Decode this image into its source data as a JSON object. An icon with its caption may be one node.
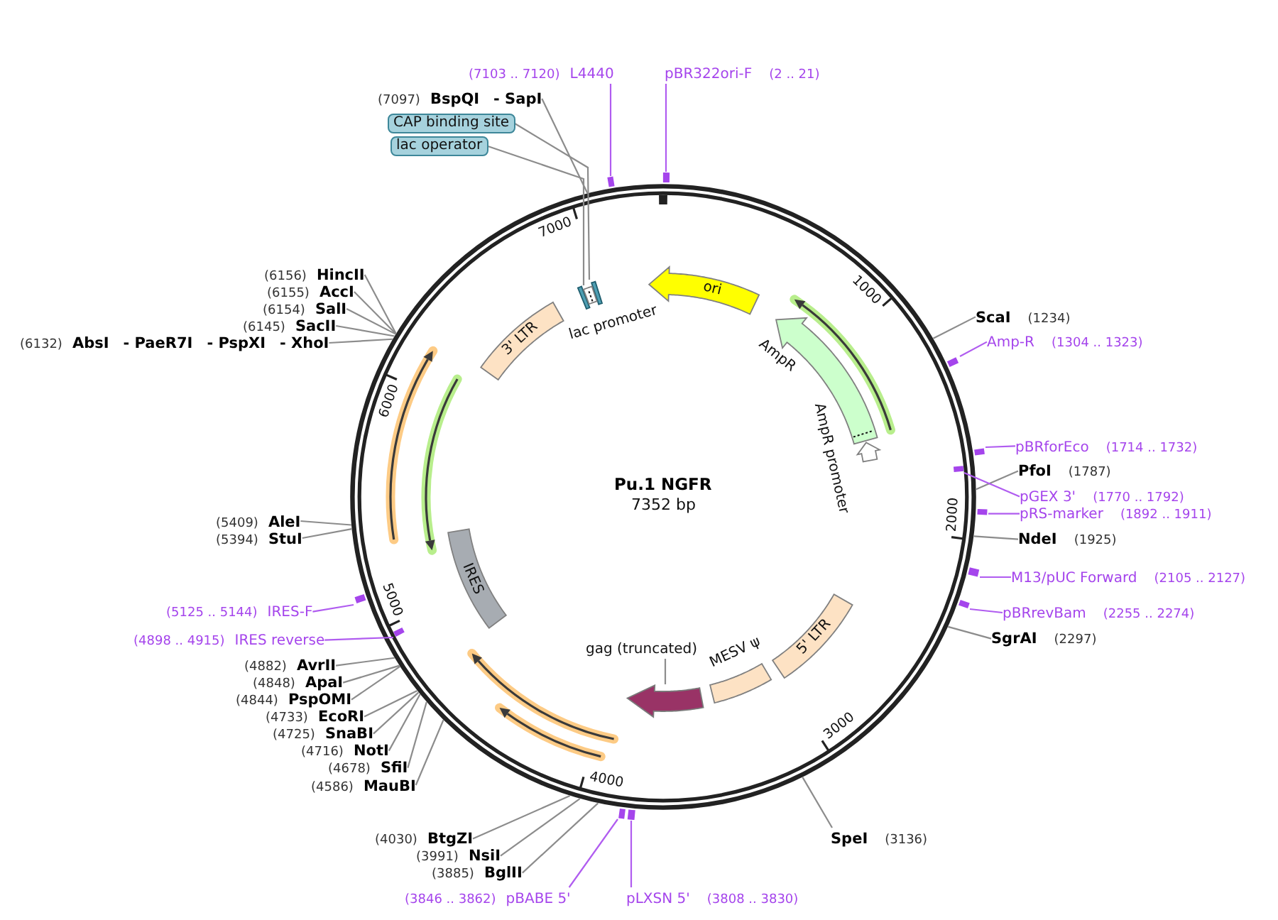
{
  "diagram": {
    "title": "Pu.1 NGFR",
    "nodes": [
      {
        "text": [
          "(7103 .. 7120)",
          "L4440"
        ]
      },
      {
        "text": [],
        "shape": "bar"
      },
      {
        "text": [
          "pBR322ori-F",
          "(2 .. 21)"
        ]
      },
      {
        "text": [],
        "shape": "bar"
      },
      {
        "text": [
          "(7097)",
          "BspQI",
          "- SapI"
        ]
      },
      {
        "text": [
          "CAP binding site"
        ]
      },
      {
        "text": [
          "lac operator"
        ]
      },
      {
        "text": [],
        "shape": "bar"
      },
      {
        "text": [],
        "shape": "bar"
      },
      {
        "text": [
          "lac promoter"
        ]
      },
      {
        "text": [
          "ori"
        ]
      },
      {
        "text": [
          "AmpR"
        ]
      },
      {
        "text": [
          "AmpR promoter"
        ]
      },
      {
        "text": [
          "3' LTR"
        ]
      },
      {
        "text": [
          "IRES"
        ]
      },
      {
        "text": [
          "gag (truncated)"
        ]
      },
      {
        "text": [],
        "shape": "arrow"
      },
      {
        "text": [
          "MESV ψ"
        ]
      },
      {
        "text": [
          "5' LTR"
        ]
      },
      {
        "text": [
          "(6156)",
          "HincII"
        ]
      },
      {
        "text": [
          "(6155)",
          "AccI"
        ]
      },
      {
        "text": [
          "(6154)",
          "SalI"
        ]
      },
      {
        "text": [
          "(6145)",
          "SacII"
        ]
      },
      {
        "text": [
          "(6132)",
          "AbsI",
          "- PaeR7I",
          "- PspXI",
          "- XhoI"
        ]
      },
      {
        "text": [
          "(5409)",
          "AleI"
        ]
      },
      {
        "text": [
          "(5394)",
          "StuI"
        ]
      },
      {
        "text": [
          "(5125 .. 5144)",
          "IRES-F"
        ]
      },
      {
        "text": [],
        "shape": "bar"
      },
      {
        "text": [
          "(4898 .. 4915)",
          "IRES reverse"
        ]
      },
      {
        "text": [],
        "shape": "bar"
      },
      {
        "text": [
          "(4882)",
          "AvrII"
        ]
      },
      {
        "text": [
          "(4848)",
          "ApaI"
        ]
      },
      {
        "text": [
          "(4844)",
          "PspOMI"
        ]
      },
      {
        "text": [
          "(4733)",
          "EcoRI"
        ]
      },
      {
        "text": [
          "(4725)",
          "SnaBI"
        ]
      },
      {
        "text": [
          "(4716)",
          "NotI"
        ]
      },
      {
        "text": [
          "(4678)",
          "SfiI"
        ]
      },
      {
        "text": [
          "(4586)",
          "MauBI"
        ]
      },
      {
        "text": [
          "(4030)",
          "BtgZI"
        ]
      },
      {
        "text": [
          "(3991)",
          "NsiI"
        ]
      },
      {
        "text": [
          "(3885)",
          "BglII"
        ]
      },
      {
        "text": [
          "(3846 .. 3862)",
          "pBABE 5'"
        ]
      },
      {
        "text": [],
        "shape": "bar"
      },
      {
        "text": [
          "pLXSN 5'",
          "(3808 .. 3830)"
        ]
      },
      {
        "text": [],
        "shape": "bar"
      },
      {
        "text": [
          "SpeI",
          "(3136)"
        ]
      },
      {
        "text": [
          "ScaI",
          "(1234)"
        ]
      },
      {
        "text": [
          "Amp-R",
          "(1304 .. 1323)"
        ]
      },
      {
        "text": [],
        "shape": "bar"
      },
      {
        "text": [
          "pBRforEco",
          "(1714 .. 1732)"
        ]
      },
      {
        "text": [],
        "shape": "bar"
      },
      {
        "text": [
          "PfoI",
          "(1787)"
        ]
      },
      {
        "text": [
          "pGEX 3'",
          "(1770 .. 1792)"
        ]
      },
      {
        "text": [],
        "shape": "bar"
      },
      {
        "text": [
          "pRS-marker",
          "(1892 .. 1911)"
        ]
      },
      {
        "text": [],
        "shape": "bar"
      },
      {
        "text": [
          "NdeI",
          "(1925)"
        ]
      },
      {
        "text": [
          "M13/pUC Forward",
          "(2105 .. 2127)"
        ]
      },
      {
        "text": [],
        "shape": "bar"
      },
      {
        "text": [
          "pBRrevBam",
          "(2255 .. 2274)"
        ]
      },
      {
        "text": [],
        "shape": "bar"
      },
      {
        "text": [
          "SgrAI",
          "(2297)"
        ]
      }
    ],
    "edges": [
      {
        "from": 0,
        "to": 1,
        "arrow": "none",
        "color": "#b05cf0"
      },
      {
        "from": 2,
        "to": 3,
        "arrow": "none",
        "color": "#b05cf0"
      },
      {
        "from": 4,
        "to": null,
        "arrow": "none"
      },
      {
        "from": 5,
        "to": 8,
        "arrow": "none"
      },
      {
        "from": 6,
        "to": 7,
        "arrow": "none"
      },
      {
        "from": 15,
        "to": 16,
        "arrow": "none"
      },
      {
        "from": 19,
        "to": null,
        "arrow": "none"
      },
      {
        "from": 20,
        "to": null,
        "arrow": "none"
      },
      {
        "from": 21,
        "to": null,
        "arrow": "none"
      },
      {
        "from": 22,
        "to": null,
        "arrow": "none"
      },
      {
        "from": 23,
        "to": null,
        "arrow": "none"
      },
      {
        "from": 24,
        "to": null,
        "arrow": "none"
      },
      {
        "from": 25,
        "to": null,
        "arrow": "none"
      },
      {
        "from": 26,
        "to": 27,
        "arrow": "none",
        "color": "#b05cf0"
      },
      {
        "from": 28,
        "to": 29,
        "arrow": "none",
        "color": "#b05cf0"
      },
      {
        "from": 30,
        "to": null,
        "arrow": "none"
      },
      {
        "from": 31,
        "to": null,
        "arrow": "none"
      },
      {
        "from": 32,
        "to": null,
        "arrow": "none"
      },
      {
        "from": 33,
        "to": null,
        "arrow": "none"
      },
      {
        "from": 34,
        "to": null,
        "arrow": "none"
      },
      {
        "from": 35,
        "to": null,
        "arrow": "none"
      },
      {
        "from": 36,
        "to": null,
        "arrow": "none"
      },
      {
        "from": 37,
        "to": null,
        "arrow": "none"
      },
      {
        "from": 38,
        "to": null,
        "arrow": "none"
      },
      {
        "from": 39,
        "to": null,
        "arrow": "none"
      },
      {
        "from": 40,
        "to": null,
        "arrow": "none"
      },
      {
        "from": 41,
        "to": 42,
        "arrow": "none",
        "color": "#b05cf0"
      },
      {
        "from": 43,
        "to": 44,
        "arrow": "none",
        "color": "#b05cf0"
      },
      {
        "from": 45,
        "to": null,
        "arrow": "none"
      },
      {
        "from": 46,
        "to": null,
        "arrow": "none"
      },
      {
        "from": 47,
        "to": 48,
        "arrow": "none",
        "color": "#b05cf0"
      },
      {
        "from": 49,
        "to": 50,
        "arrow": "none",
        "color": "#b05cf0"
      },
      {
        "from": 51,
        "to": null,
        "arrow": "none"
      },
      {
        "from": 52,
        "to": 53,
        "arrow": "none",
        "color": "#b05cf0"
      },
      {
        "from": 54,
        "to": 55,
        "arrow": "none",
        "color": "#b05cf0"
      },
      {
        "from": 56,
        "to": null,
        "arrow": "none"
      },
      {
        "from": 57,
        "to": 58,
        "arrow": "none",
        "color": "#b05cf0"
      },
      {
        "from": 59,
        "to": 60,
        "arrow": "none",
        "color": "#b05cf0"
      },
      {
        "from": 61,
        "to": null,
        "arrow": "none"
      }
    ],
    "labels": [
      "7000",
      "1000",
      "6000",
      "7352 bp",
      "2000",
      "5000",
      "3000",
      "4000"
    ]
  }
}
